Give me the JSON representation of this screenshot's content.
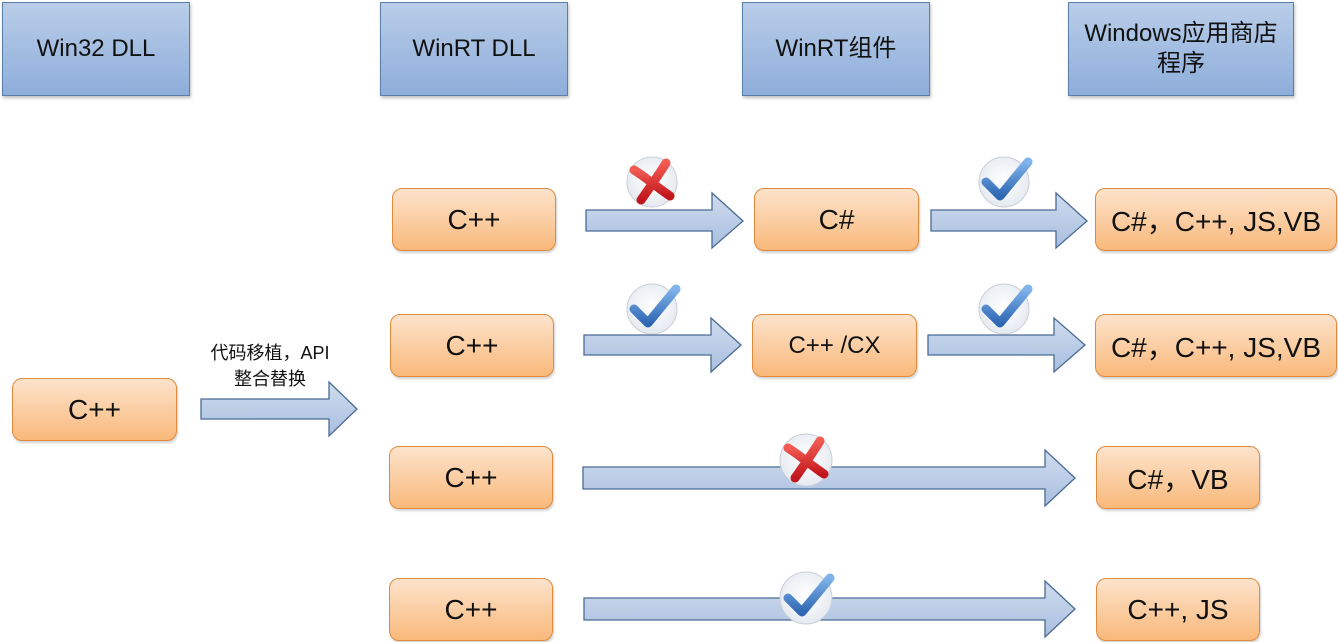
{
  "headers": {
    "win32_dll": "Win32 DLL",
    "winrt_dll": "WinRT DLL",
    "winrt_component": "WinRT组件",
    "store_app_line1": "Windows应用商店",
    "store_app_line2": "程序"
  },
  "source": {
    "label": "C++"
  },
  "port_arrow": {
    "line1": "代码移植，API",
    "line2": "整合替换"
  },
  "rows": [
    {
      "dll": "C++",
      "component": "C#",
      "first_hop_ok": false,
      "second_hop_ok": true,
      "target": "C#，C++, JS,VB"
    },
    {
      "dll": "C++",
      "component": "C++ /CX",
      "first_hop_ok": true,
      "second_hop_ok": true,
      "target": "C#，C++, JS,VB"
    },
    {
      "dll": "C++",
      "direct_ok": false,
      "target": "C#，VB"
    },
    {
      "dll": "C++",
      "direct_ok": true,
      "target": "C++, JS"
    }
  ],
  "colors": {
    "header_fill": "#8eaedb",
    "box_fill": "#f9b97b",
    "box_border": "#e08a3c",
    "arrow_fill": "#b5c8e4",
    "arrow_border": "#4a6b96",
    "check": "#3a78c2",
    "cross": "#d9262c"
  }
}
